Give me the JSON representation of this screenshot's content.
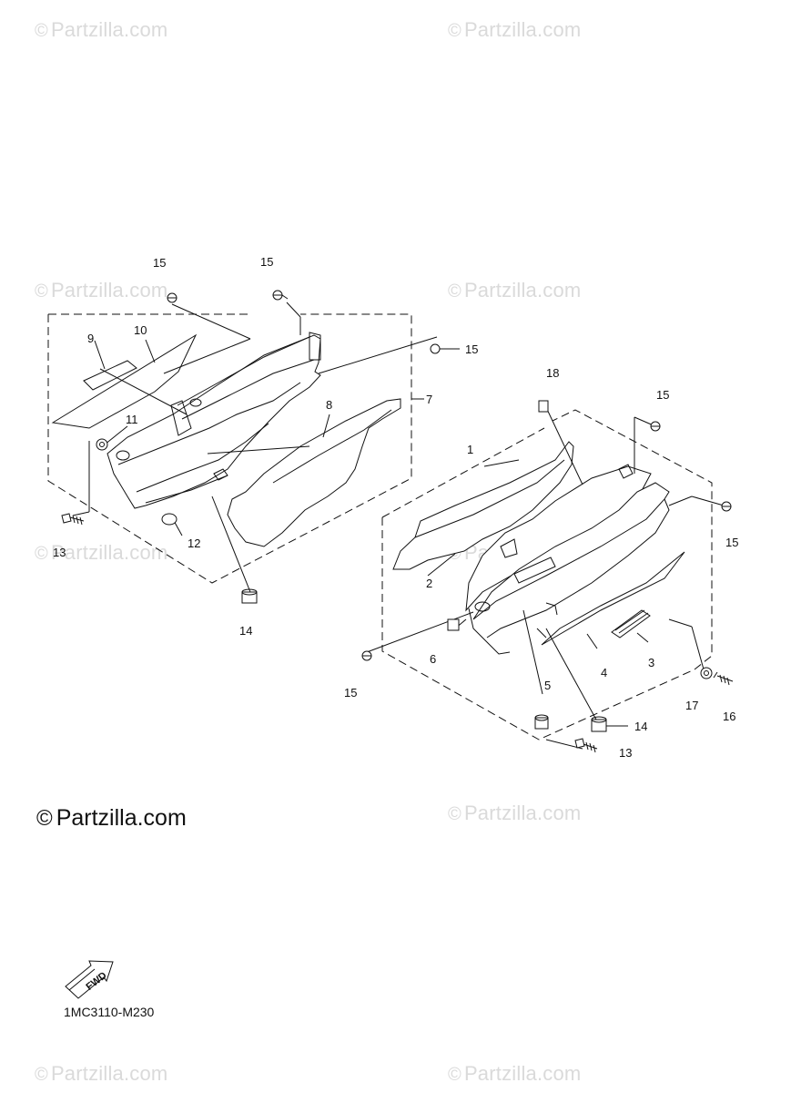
{
  "watermark_text": "Partzilla.com",
  "watermark_symbol": "©",
  "logo": {
    "symbol": "©",
    "text": "Partzilla.com"
  },
  "fwd_label": "FWD",
  "diagram_code": "1MC3110-M230",
  "callouts": {
    "c1": "1",
    "c2": "2",
    "c3": "3",
    "c4": "4",
    "c5": "5",
    "c6": "6",
    "c7": "7",
    "c8": "8",
    "c9": "9",
    "c10": "10",
    "c11": "11",
    "c12": "12",
    "c13": "13",
    "c14": "14",
    "c15": "15",
    "c16": "16",
    "c17": "17",
    "c18": "18"
  },
  "colors": {
    "line": "#111111",
    "watermark": "#dadada",
    "background": "#ffffff"
  }
}
